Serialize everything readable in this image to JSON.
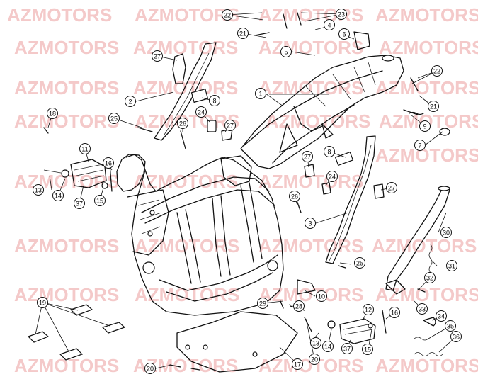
{
  "watermark": {
    "text": "AZMOTORS",
    "color": "#f4c9c9"
  },
  "callouts": [
    {
      "id": "c1",
      "label": "1"
    },
    {
      "id": "c2",
      "label": "2"
    },
    {
      "id": "c3",
      "label": "3"
    },
    {
      "id": "c4",
      "label": "4"
    },
    {
      "id": "c5",
      "label": "5"
    },
    {
      "id": "c6",
      "label": "6"
    },
    {
      "id": "c7",
      "label": "7"
    },
    {
      "id": "c8a",
      "label": "8"
    },
    {
      "id": "c8b",
      "label": "8"
    },
    {
      "id": "c9",
      "label": "9"
    },
    {
      "id": "c10",
      "label": "10"
    },
    {
      "id": "c11",
      "label": "11"
    },
    {
      "id": "c12",
      "label": "12"
    },
    {
      "id": "c13a",
      "label": "13"
    },
    {
      "id": "c13b",
      "label": "13"
    },
    {
      "id": "c14a",
      "label": "14"
    },
    {
      "id": "c14b",
      "label": "14"
    },
    {
      "id": "c15a",
      "label": "15"
    },
    {
      "id": "c15b",
      "label": "15"
    },
    {
      "id": "c16a",
      "label": "16"
    },
    {
      "id": "c16b",
      "label": "16"
    },
    {
      "id": "c17",
      "label": "17"
    },
    {
      "id": "c18",
      "label": "18"
    },
    {
      "id": "c19",
      "label": "19"
    },
    {
      "id": "c20a",
      "label": "20"
    },
    {
      "id": "c20b",
      "label": "20"
    },
    {
      "id": "c21a",
      "label": "21"
    },
    {
      "id": "c21b",
      "label": "21"
    },
    {
      "id": "c22a",
      "label": "22"
    },
    {
      "id": "c22b",
      "label": "22"
    },
    {
      "id": "c23",
      "label": "23"
    },
    {
      "id": "c24a",
      "label": "24"
    },
    {
      "id": "c24b",
      "label": "24"
    },
    {
      "id": "c25a",
      "label": "25"
    },
    {
      "id": "c25b",
      "label": "25"
    },
    {
      "id": "c26a",
      "label": "26"
    },
    {
      "id": "c26b",
      "label": "26"
    },
    {
      "id": "c27a",
      "label": "27"
    },
    {
      "id": "c27b",
      "label": "27"
    },
    {
      "id": "c27c",
      "label": "27"
    },
    {
      "id": "c27d",
      "label": "27"
    },
    {
      "id": "c28",
      "label": "28"
    },
    {
      "id": "c29",
      "label": "29"
    },
    {
      "id": "c30",
      "label": "30"
    },
    {
      "id": "c31",
      "label": "31"
    },
    {
      "id": "c32",
      "label": "32"
    },
    {
      "id": "c33",
      "label": "33"
    },
    {
      "id": "c34",
      "label": "34"
    },
    {
      "id": "c35",
      "label": "35"
    },
    {
      "id": "c36",
      "label": "36"
    },
    {
      "id": "c37a",
      "label": "37"
    },
    {
      "id": "c37b",
      "label": "37"
    }
  ]
}
